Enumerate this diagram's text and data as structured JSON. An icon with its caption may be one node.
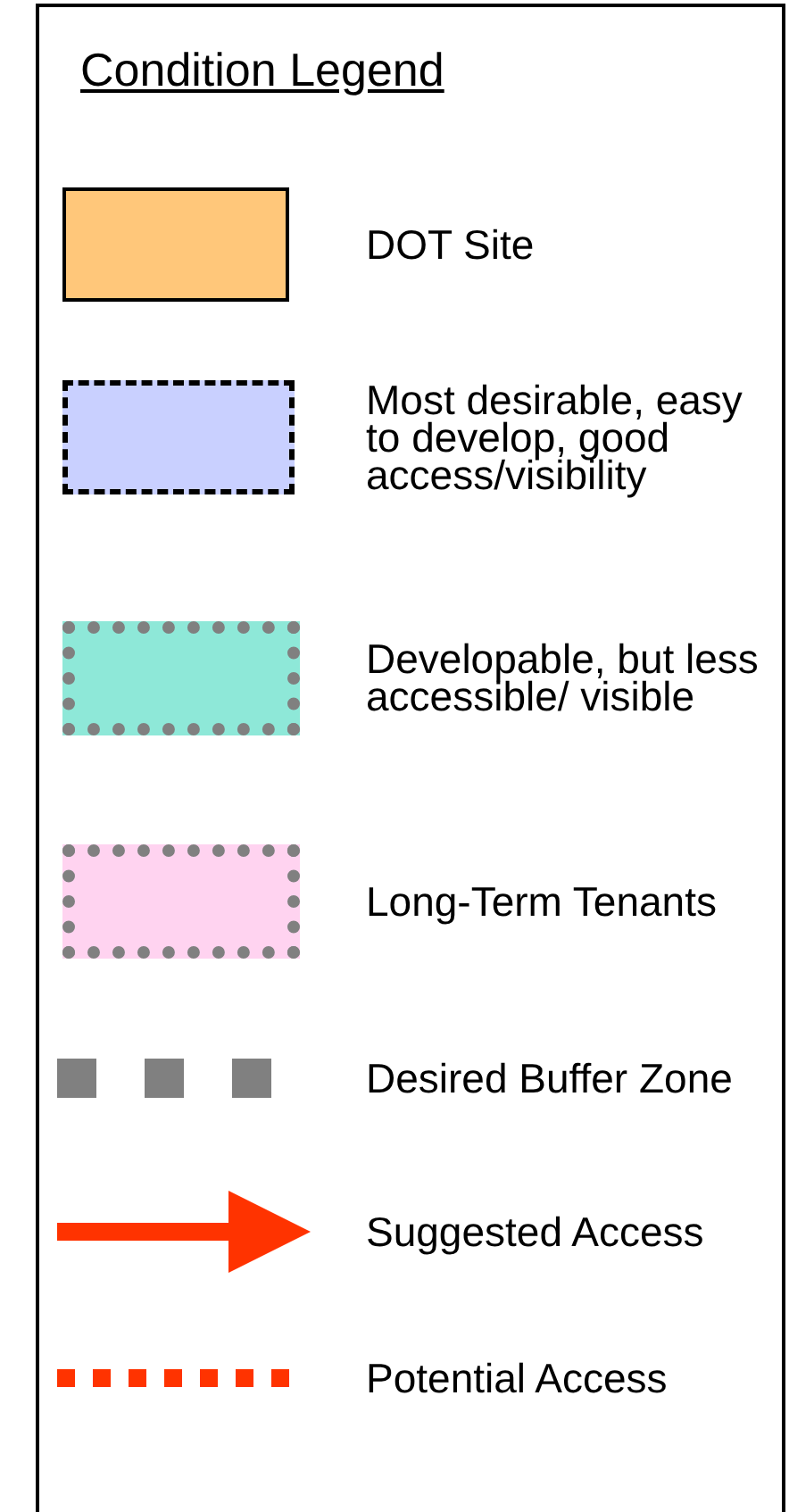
{
  "diagram": {
    "title": "Condition Legend",
    "legend": [
      {
        "text": "DOT Site",
        "color": "#ffc77a"
      },
      {
        "text": "Most desirable, easy to develop, good access/visibility",
        "color": "#c9d0ff"
      },
      {
        "text": "Developable, but less accessible/ visible",
        "color": "#8ee8d8"
      },
      {
        "text": "Long-Term Tenants",
        "color": "#ffd3f0"
      },
      {
        "text": "Desired Buffer Zone",
        "color": "#808080"
      },
      {
        "text": "Suggested Access"
      },
      {
        "text": "Potential Access"
      }
    ]
  }
}
